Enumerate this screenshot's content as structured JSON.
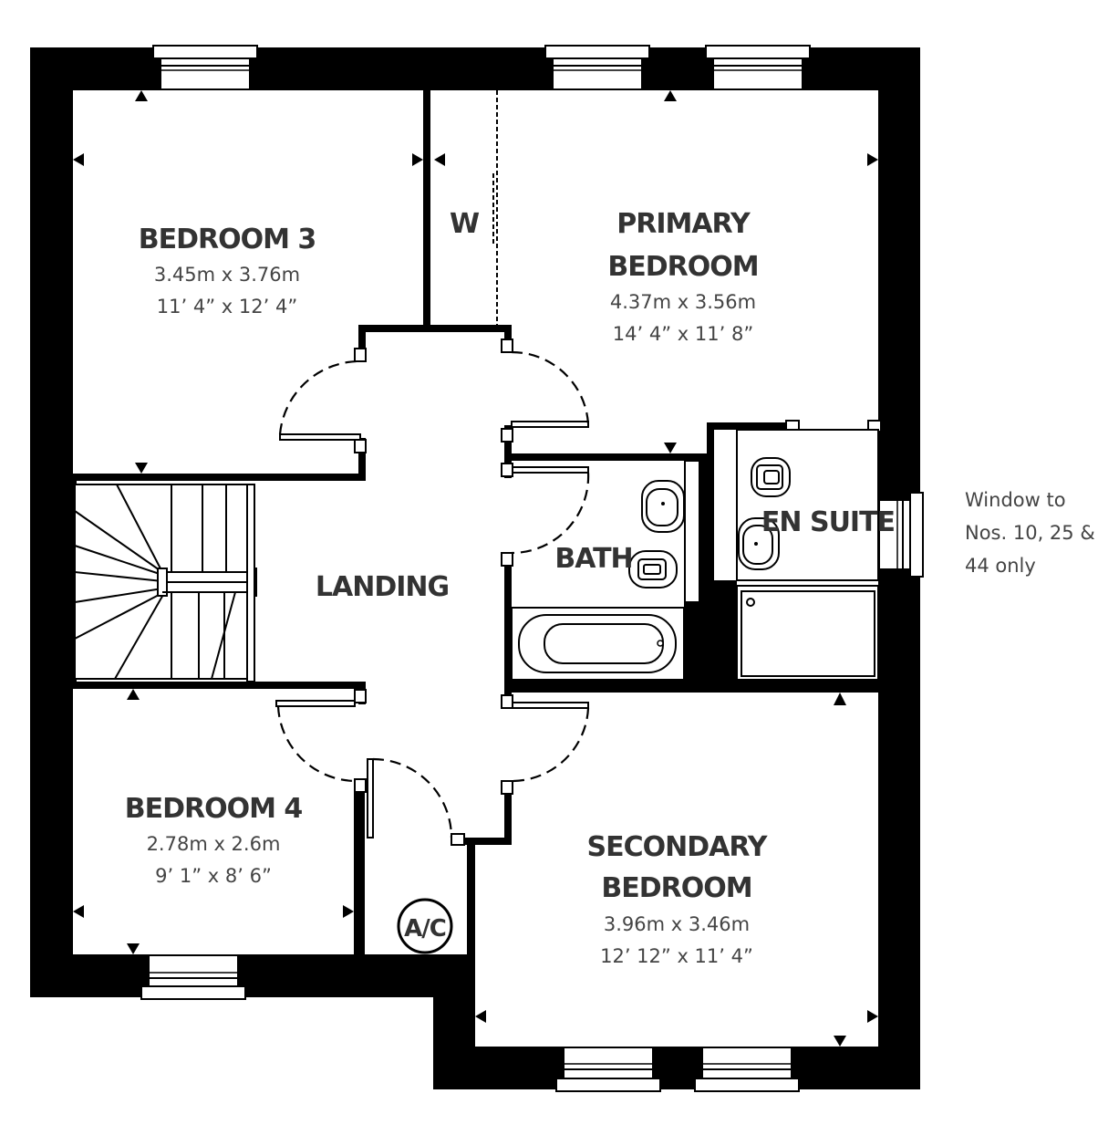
{
  "rooms": {
    "bedroom3": {
      "name": "BEDROOM 3",
      "metric": "3.45m x 3.76m",
      "imperial": "11’ 4” x 12’ 4”"
    },
    "primary": {
      "name1": "PRIMARY",
      "name2": "BEDROOM",
      "metric": "4.37m x 3.56m",
      "imperial": "14’ 4” x 11’ 8”"
    },
    "wardrobe": {
      "name": "W"
    },
    "landing": {
      "name": "LANDING"
    },
    "bath": {
      "name": "BATH"
    },
    "ensuite": {
      "name": "EN SUITE"
    },
    "bedroom4": {
      "name": "BEDROOM 4",
      "metric": "2.78m x 2.6m",
      "imperial": "9’ 1” x 8’ 6”"
    },
    "secondary": {
      "name1": "SECONDARY",
      "name2": "BEDROOM",
      "metric": "3.96m x 3.46m",
      "imperial": "12’ 12” x 11’ 4”"
    },
    "airing": {
      "name": "A/C"
    }
  },
  "note": {
    "line1": "Window to",
    "line2": "Nos. 10, 25 &",
    "line3": "44 only"
  }
}
